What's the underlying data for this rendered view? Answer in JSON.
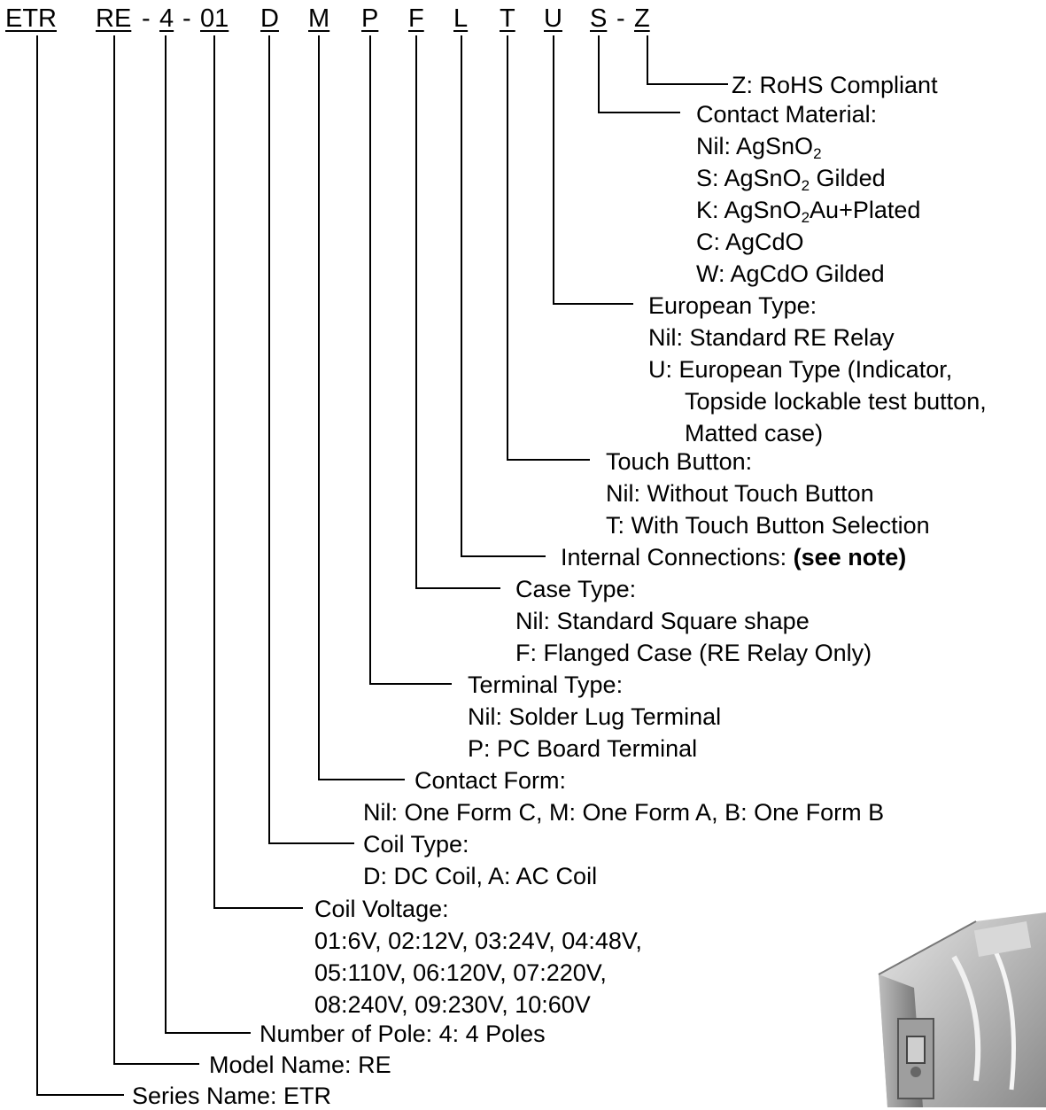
{
  "code_segments": {
    "series": "ETR",
    "model": "RE",
    "pole": "4",
    "voltage": "01",
    "coil_type": "D",
    "contact_form": "M",
    "terminal": "P",
    "case": "F",
    "internal": "L",
    "touch": "T",
    "european": "U",
    "material": "S",
    "rohs": "Z",
    "dash": "-"
  },
  "descriptions": {
    "rohs": "Z: RoHS Compliant",
    "material": {
      "title": "Contact Material:",
      "nil_prefix": "Nil: AgSnO",
      "s_prefix": "S: AgSnO",
      "s_suffix": " Gilded",
      "k_prefix": "K: AgSnO",
      "k_suffix": "Au+Plated",
      "sub2": "2",
      "c": "C: AgCdO",
      "w": "W: AgCdO Gilded"
    },
    "european": {
      "title": "European Type:",
      "nil": "Nil: Standard RE Relay",
      "u1": "U: European Type (Indicator,",
      "u2": "Topside lockable test button,",
      "u3": "Matted case)"
    },
    "touch": {
      "title": "Touch Button:",
      "nil": "Nil: Without Touch Button",
      "t": "T: With Touch Button Selection"
    },
    "internal": {
      "title": "Internal Connections: ",
      "note": "(see note)"
    },
    "case": {
      "title": "Case Type:",
      "nil": "Nil: Standard Square shape",
      "f": "F: Flanged Case (RE Relay Only)"
    },
    "terminal": {
      "title": "Terminal Type:",
      "nil": "Nil: Solder Lug Terminal",
      "p": "P: PC Board Terminal"
    },
    "contact_form": {
      "title": "Contact Form:",
      "options": "Nil: One Form C, M: One Form A, B: One Form B"
    },
    "coil_type": {
      "title": "Coil Type:",
      "options": "D: DC Coil, A: AC Coil"
    },
    "voltage": {
      "title": "Coil Voltage:",
      "line1": "01:6V, 02:12V, 03:24V, 04:48V,",
      "line2": "05:110V, 06:120V, 07:220V,",
      "line3": "08:240V, 09:230V, 10:60V"
    },
    "pole": "Number of Pole: 4: 4 Poles",
    "model": "Model Name: RE",
    "series": "Series Name: ETR"
  },
  "colors": {
    "line": "#000000",
    "text": "#000000",
    "background": "#ffffff"
  }
}
